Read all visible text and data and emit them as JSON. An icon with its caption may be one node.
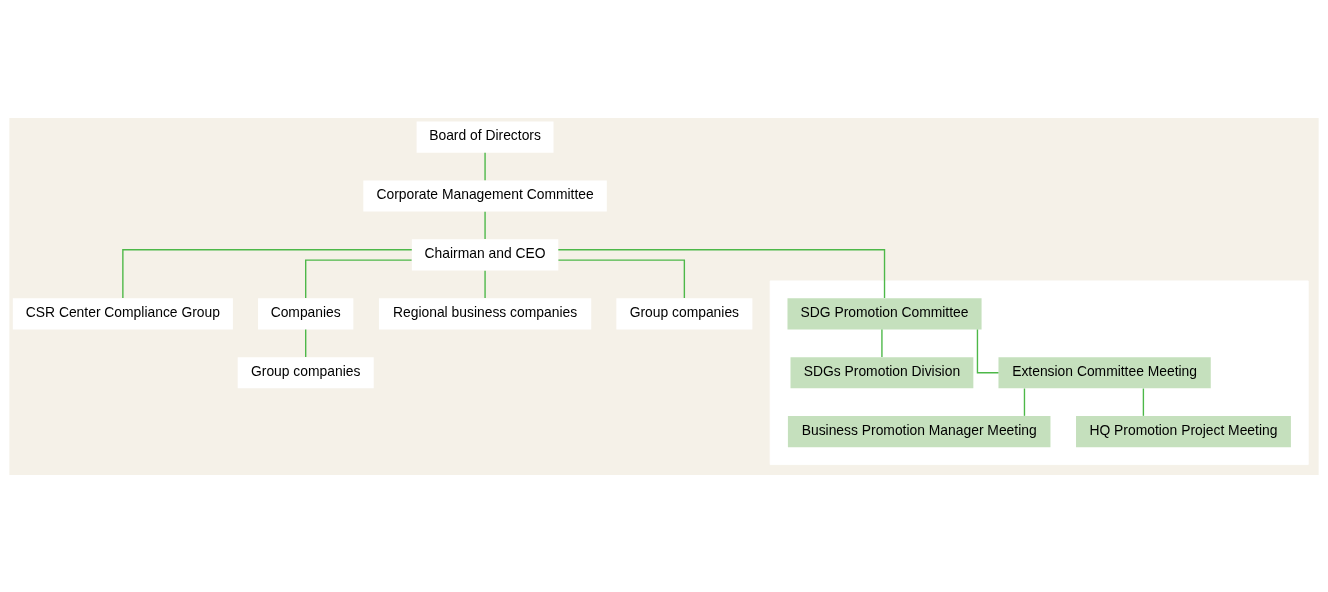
{
  "diagram": {
    "nodes": [
      {
        "text": [
          "Board of Directors"
        ]
      },
      {
        "text": [
          "Corporate Management Committee"
        ]
      },
      {
        "text": [
          "Chairman and CEO"
        ]
      },
      {
        "text": [
          "CSR Center Compliance Group"
        ]
      },
      {
        "text": [
          "Companies"
        ]
      },
      {
        "text": [
          "Group companies"
        ]
      },
      {
        "text": [
          "Regional business companies"
        ]
      },
      {
        "text": [
          "Group companies"
        ]
      },
      {
        "text": [],
        "shape": "box"
      },
      {
        "text": [
          "SDG Promotion Committee"
        ],
        "in": 8
      },
      {
        "text": [
          "SDGs Promotion Division"
        ],
        "in": 8
      },
      {
        "text": [
          "Extension Committee Meeting"
        ],
        "in": 8
      },
      {
        "text": [
          "Business Promotion Manager Meeting"
        ],
        "in": 8
      },
      {
        "text": [
          "HQ Promotion Project Meeting"
        ],
        "in": 8
      }
    ],
    "edges": [
      {
        "from": 0,
        "to": 1,
        "arrow": "none"
      },
      {
        "from": 1,
        "to": 2,
        "arrow": "none"
      },
      {
        "from": 2,
        "to": 9,
        "arrow": "none"
      },
      {
        "from": 2,
        "to": 3,
        "arrow": "none"
      },
      {
        "from": 2,
        "to": 4,
        "arrow": "none"
      },
      {
        "from": 2,
        "to": 6,
        "arrow": "none"
      },
      {
        "from": 2,
        "to": 7,
        "arrow": "none"
      },
      {
        "from": 4,
        "to": 5,
        "arrow": "none"
      },
      {
        "from": 9,
        "to": 10,
        "arrow": "none"
      },
      {
        "from": 9,
        "to": 11,
        "arrow": "none"
      },
      {
        "from": 11,
        "to": 12,
        "arrow": "none"
      },
      {
        "from": 11,
        "to": 13,
        "arrow": "none"
      }
    ]
  }
}
